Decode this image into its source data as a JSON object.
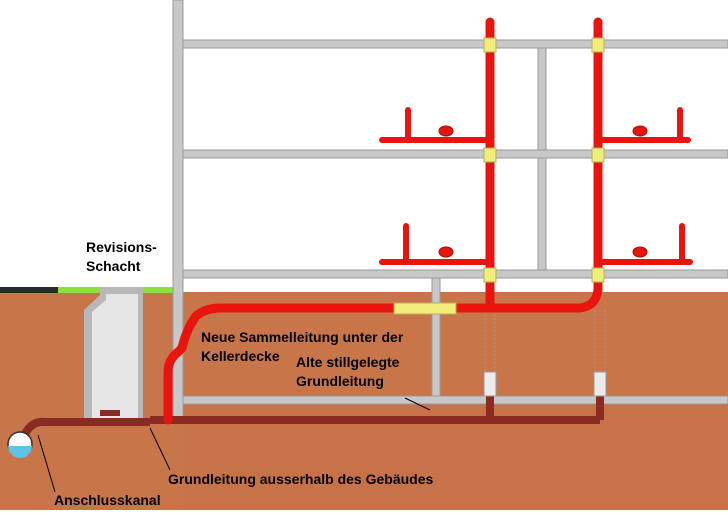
{
  "labels": {
    "revision_line1": "Revisions-",
    "revision_line2": "Schacht",
    "new_collector_line1": "Neue Sammelleitung unter der",
    "new_collector_line2": "Kellerdecke",
    "old_line1": "Alte stillgelegte",
    "old_line2": "Grundleitung",
    "ground_pipe_outside": "Grundleitung ausserhalb des Gebäudes",
    "connection_channel": "Anschlusskanal"
  },
  "colors": {
    "soil": "#c9754a",
    "soil_dark": "#b5623a",
    "wall": "#c8c8c8",
    "wall_edge": "#9a9a9a",
    "pipe_new": "#e8140e",
    "pipe_new_dark": "#b00c08",
    "pipe_old": "#8b2a20",
    "grass": "#8fe03a",
    "asphalt": "#2a2a2a",
    "shaft": "#e6e6e6",
    "fitting_yellow": "#f2ec7a",
    "sewer_water": "#5ec3e8"
  }
}
